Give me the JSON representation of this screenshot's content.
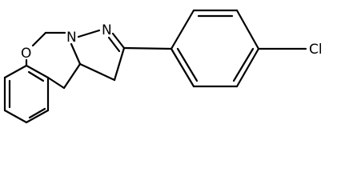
{
  "molecule": {
    "atoms": {
      "oxygen": "O",
      "nitrogen_ring": "N",
      "nitrogen_imine": "N",
      "chlorine": "Cl"
    },
    "colors": {
      "bond": "#000000",
      "label": "#000000",
      "background": "#ffffff"
    }
  }
}
